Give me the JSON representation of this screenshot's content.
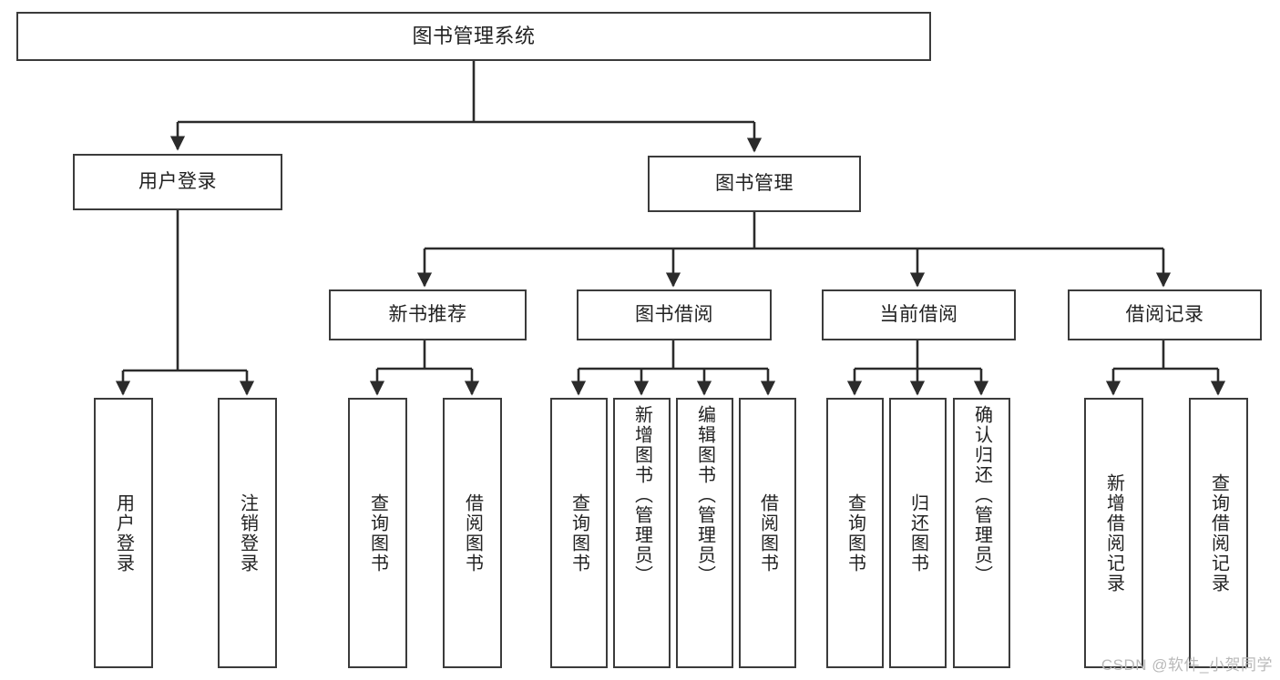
{
  "diagram": {
    "title": "图书管理系统",
    "type": "tree-hierarchy",
    "watermark": "CSDN @软件_小贺同学",
    "colors": {
      "box_border": "#3b3b3b",
      "box_fill": "#ffffff",
      "connector": "#2b2b2b",
      "text": "#222222",
      "watermark": "#b9b9b9",
      "background": "#ffffff"
    },
    "levels": {
      "root": "图书管理系统",
      "level2": [
        "用户登录",
        "图书管理"
      ],
      "level3": [
        "新书推荐",
        "图书借阅",
        "当前借阅",
        "借阅记录"
      ]
    },
    "nodes": {
      "root": {
        "label": "图书管理系统"
      },
      "user_login": {
        "label": "用户登录"
      },
      "book_manage": {
        "label": "图书管理"
      },
      "new_book_rec": {
        "label": "新书推荐"
      },
      "book_borrow": {
        "label": "图书借阅"
      },
      "current_borrow": {
        "label": "当前借阅"
      },
      "borrow_record": {
        "label": "借阅记录"
      }
    },
    "leaves": {
      "user_login": [
        {
          "label": "用户登录"
        },
        {
          "label": "注销登录"
        }
      ],
      "new_book_rec": [
        {
          "label": "查询图书"
        },
        {
          "label": "借阅图书"
        }
      ],
      "book_borrow": [
        {
          "label": "查询图书"
        },
        {
          "label": "新增图书（管理员）"
        },
        {
          "label": "编辑图书（管理员）"
        },
        {
          "label": "借阅图书"
        }
      ],
      "current_borrow": [
        {
          "label": "查询图书"
        },
        {
          "label": "归还图书"
        },
        {
          "label": "确认归还（管理员）"
        }
      ],
      "borrow_record": [
        {
          "label": "新增借阅记录"
        },
        {
          "label": "查询借阅记录"
        }
      ]
    }
  }
}
